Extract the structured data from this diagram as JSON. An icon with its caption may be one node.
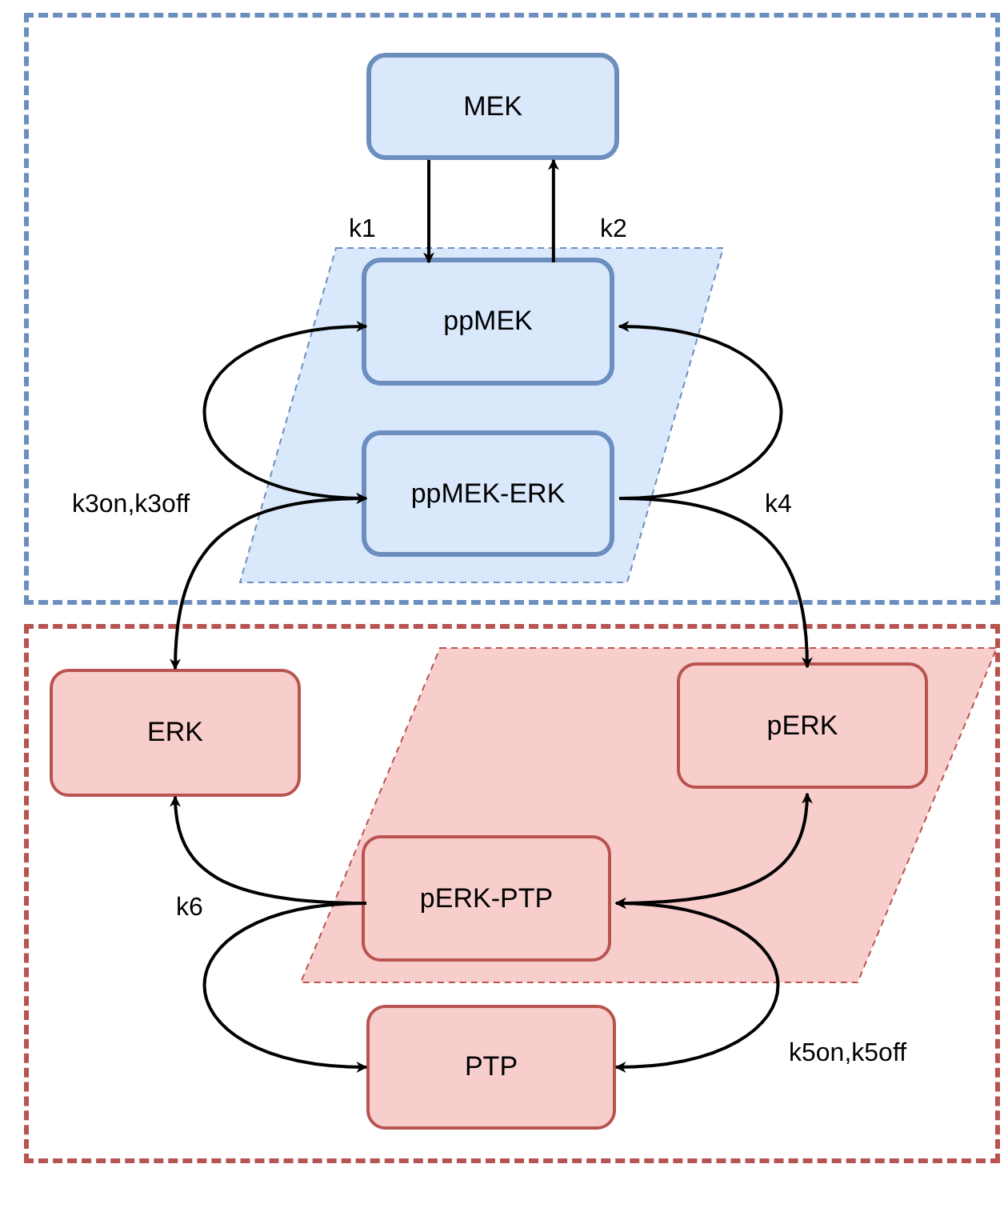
{
  "diagram": {
    "nodes": [
      {
        "text": [],
        "shape": "box"
      },
      {
        "text": [],
        "shape": "parallelogram",
        "in": 0
      },
      {
        "text": [
          "MEK"
        ],
        "in": 0
      },
      {
        "text": [
          "ppMEK"
        ],
        "in": 1
      },
      {
        "text": [
          "ppMEK-ERK"
        ],
        "in": 1
      },
      {
        "text": [],
        "shape": "box"
      },
      {
        "text": [],
        "shape": "parallelogram",
        "in": 5
      },
      {
        "text": [
          "ERK"
        ],
        "in": 5
      },
      {
        "text": [
          "pERK"
        ],
        "in": 6
      },
      {
        "text": [
          "pERK-PTP"
        ],
        "in": 6
      },
      {
        "text": [
          "PTP"
        ],
        "in": 5
      }
    ],
    "edges": [
      {
        "from": 2,
        "to": 3,
        "arrow": "to",
        "label": "k1"
      },
      {
        "from": 3,
        "to": 2,
        "arrow": "to",
        "label": "k2"
      },
      {
        "from": 3,
        "to": 4,
        "arrow": "both",
        "label": "k3on,k3off"
      },
      {
        "from": 4,
        "to": 7,
        "arrow": "both"
      },
      {
        "from": 4,
        "to": 3,
        "arrow": "to"
      },
      {
        "from": 4,
        "to": 8,
        "arrow": "to",
        "label": "k4"
      },
      {
        "from": 9,
        "to": 7,
        "arrow": "to",
        "label": "k6"
      },
      {
        "from": 9,
        "to": 10,
        "arrow": "to"
      },
      {
        "from": 9,
        "to": 8,
        "arrow": "both"
      },
      {
        "from": 9,
        "to": 10,
        "arrow": "both",
        "label": "k5on,k5off"
      }
    ]
  }
}
